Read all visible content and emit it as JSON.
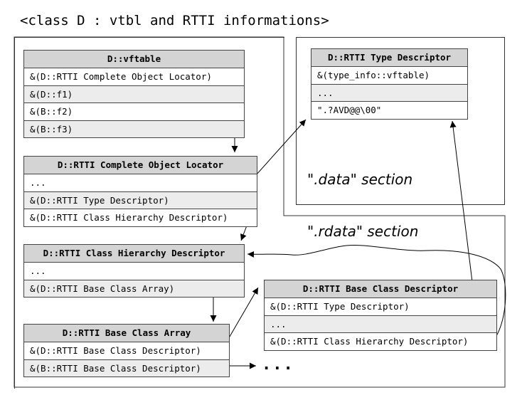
{
  "title": "<class D : vtbl and RTTI informations>",
  "sections": {
    "data_label": "\".data\" section",
    "rdata_label": "\".rdata\" section"
  },
  "vftable": {
    "header": "D::vftable",
    "rows": [
      "&(D::RTTI Complete Object Locator)",
      "&(D::f1)",
      "&(B::f2)",
      "&(B::f3)"
    ]
  },
  "type_descriptor": {
    "header": "D::RTTI Type Descriptor",
    "rows": [
      "&(type_info::vftable)",
      "...",
      "\".?AVD@@\\00\""
    ]
  },
  "complete_object_locator": {
    "header": "D::RTTI Complete Object Locator",
    "rows": [
      "...",
      "&(D::RTTI Type Descriptor)",
      "&(D::RTTI Class Hierarchy Descriptor)"
    ]
  },
  "class_hierarchy_descriptor": {
    "header": "D::RTTI Class Hierarchy Descriptor",
    "rows": [
      "...",
      "&(D::RTTI Base Class Array)"
    ]
  },
  "base_class_array": {
    "header": "D::RTTI Base Class Array",
    "rows": [
      "&(D::RTTI Base Class Descriptor)",
      "&(B::RTTI Base Class Descriptor)"
    ]
  },
  "base_class_descriptor": {
    "header": "D::RTTI Base Class Descriptor",
    "rows": [
      "&(D::RTTI Type Descriptor)",
      "...",
      "&(D::RTTI Class Hierarchy Descriptor)"
    ]
  },
  "continuation": "..."
}
